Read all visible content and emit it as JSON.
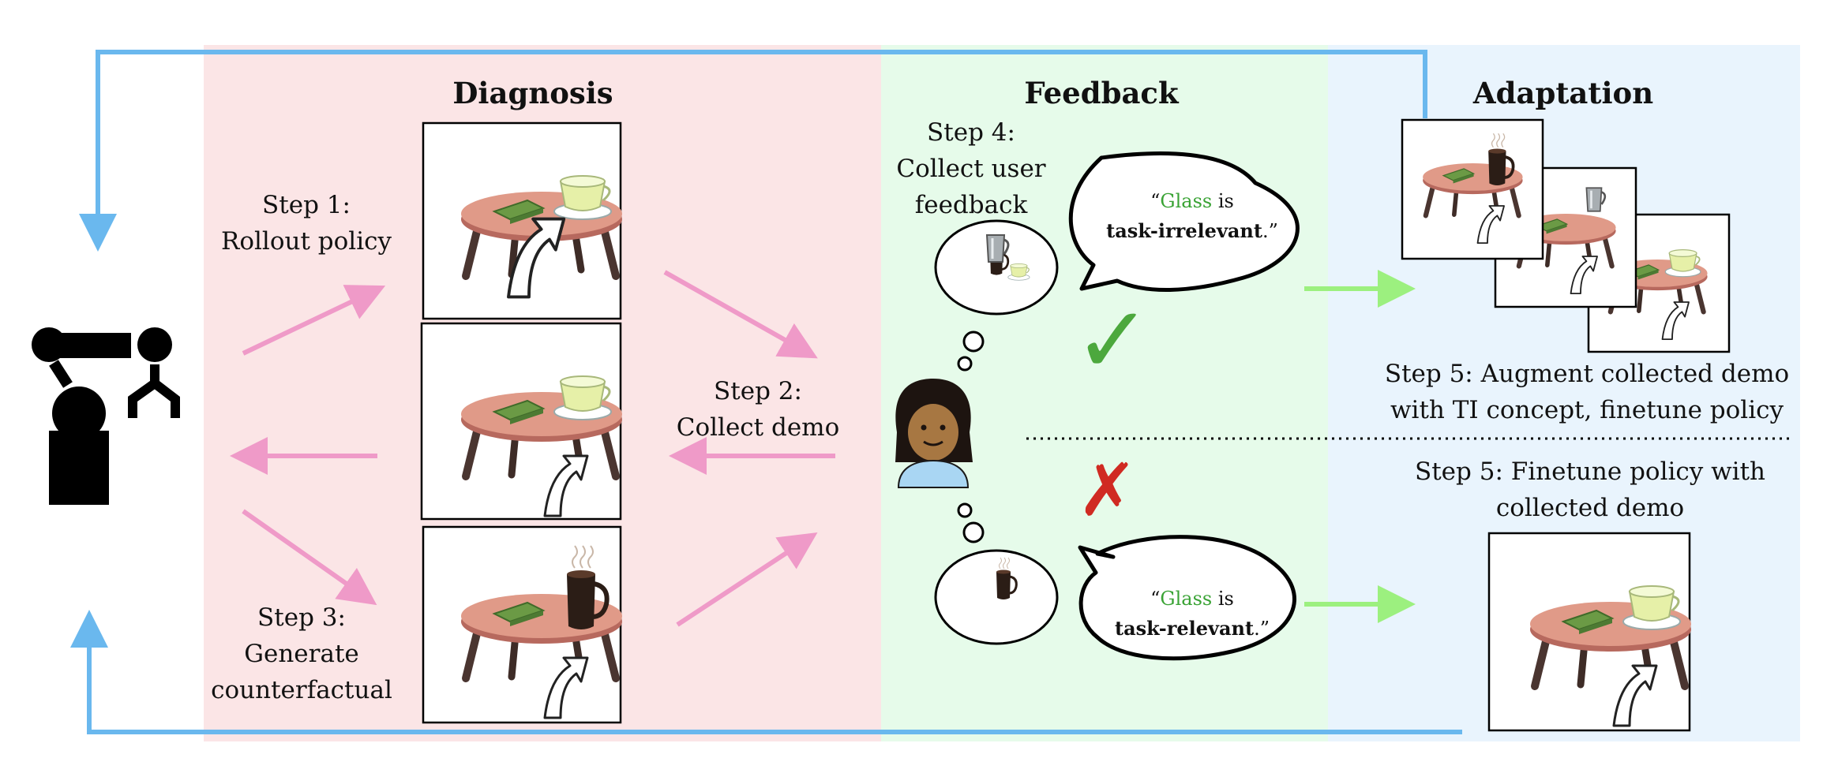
{
  "panels": {
    "diagnosis": {
      "title": "Diagnosis",
      "bg": "#fbe5e6"
    },
    "feedback": {
      "title": "Feedback",
      "bg": "#e6fbea"
    },
    "adaptation": {
      "title": "Adaptation",
      "bg": "#e9f4fd"
    }
  },
  "colors": {
    "pink_arrow": "#ef9ac8",
    "green_arrow": "#9cf07f",
    "blue_loop": "#6ab8ee",
    "check": "#4ca83d",
    "cross": "#d02a22"
  },
  "steps": {
    "step1": [
      "Step 1:",
      "Rollout policy"
    ],
    "step2": [
      "Step 2:",
      "Collect demo"
    ],
    "step3": [
      "Step 3:",
      "Generate",
      "counterfactual"
    ],
    "step4": [
      "Step 4:",
      "Collect user",
      "feedback"
    ],
    "step5_augment": [
      "Step 5: Augment collected demo",
      "with TI concept, finetune policy"
    ],
    "step5_finetune": [
      "Step 5: Finetune policy with",
      "collected demo"
    ]
  },
  "bubbles": {
    "top": {
      "open_quote": "“",
      "object": "Glass",
      "verb": " is",
      "phrase": "task-irrelevant",
      "close": ".”"
    },
    "bottom": {
      "open_quote": "“",
      "object": "Glass",
      "verb": " is",
      "phrase": "task-relevant",
      "close": ".”"
    }
  },
  "marks": {
    "check": "✓",
    "cross": "✗"
  },
  "icons": [
    "robot-icon",
    "user-avatar-icon",
    "table-icon",
    "glass-cup-icon",
    "coffee-mug-icon",
    "metal-cup-icon",
    "book-icon",
    "curved-arrow-icon"
  ]
}
